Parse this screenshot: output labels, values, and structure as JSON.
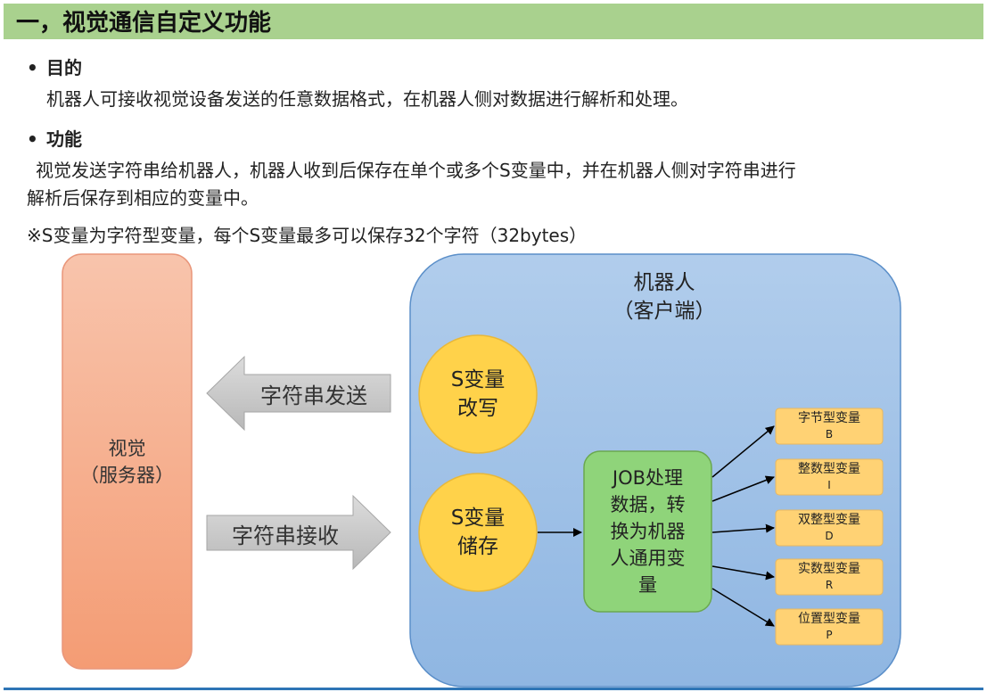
{
  "header": {
    "title": "一，视觉通信自定义功能"
  },
  "section_purpose": {
    "bullet": "•",
    "heading": "目的",
    "text": "机器人可接收视觉设备发送的任意数据格式，在机器人侧对数据进行解析和处理。"
  },
  "section_function": {
    "bullet": "•",
    "heading": "功能",
    "line1": "视觉发送字符串给机器人，机器人收到后保存在单个或多个S变量中，并在机器人侧对字符串进行",
    "line2": "解析后保存到相应的变量中。"
  },
  "note": "※S变量为字符型变量，每个S变量最多可以保存32个字符（32bytes）",
  "diagram": {
    "vision_box": {
      "line1": "视觉",
      "line2": "（服务器）"
    },
    "arrow_send": "字符串发送",
    "arrow_receive": "字符串接收",
    "robot_box": {
      "line1": "机器人",
      "line2": "（客户端）"
    },
    "circle_rewrite": {
      "line1": "S变量",
      "line2": "改写"
    },
    "circle_store": {
      "line1": "S变量",
      "line2": "储存"
    },
    "job_box": {
      "text": "JOB处理\n数据，转\n换为机器\n人通用变\n量"
    },
    "var_boxes": [
      {
        "name": "字节型变量",
        "code": "B"
      },
      {
        "name": "整数型变量",
        "code": "I"
      },
      {
        "name": "双整型变量",
        "code": "D"
      },
      {
        "name": "实数型变量",
        "code": "R"
      },
      {
        "name": "位置型变量",
        "code": "P"
      }
    ]
  },
  "colors": {
    "header_bg": "#a9d18e",
    "vision_fill_top": "#f8c4ac",
    "vision_fill_bottom": "#f4a07a",
    "robot_fill": "#a3c4e8",
    "circle_fill": "#ffd24a",
    "job_fill": "#8fd47a",
    "var_fill": "#ffd274",
    "arrow_fill": "#c8c8c8"
  }
}
